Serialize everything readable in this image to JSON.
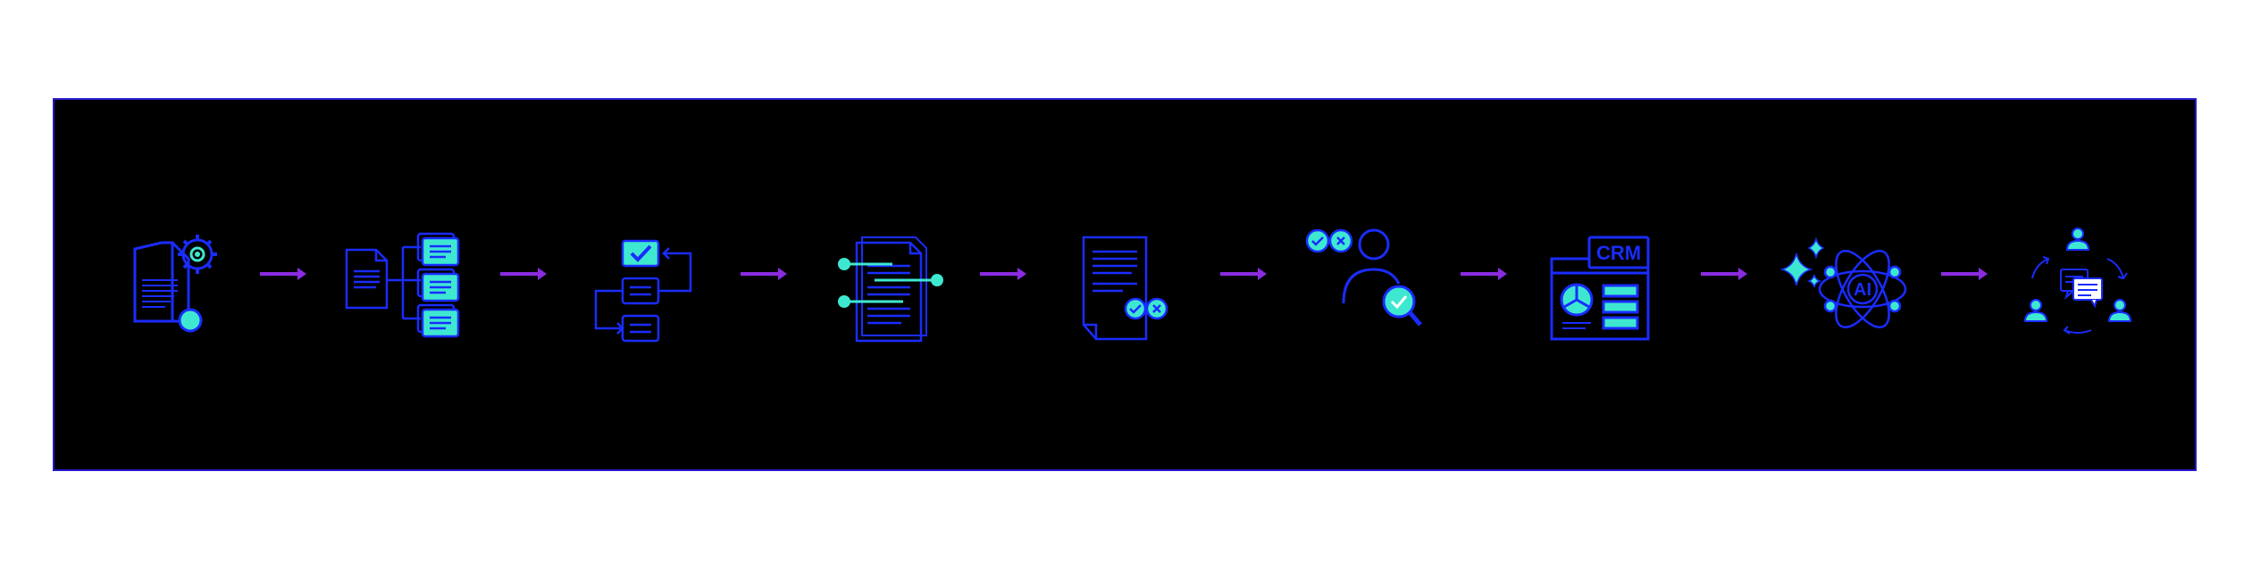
{
  "colors": {
    "background": "#000000",
    "page": "#ffffff",
    "border": "#2418c8",
    "stroke": "#1a2cff",
    "accent": "#3ee8d0",
    "arrow": "#8a2be2"
  },
  "steps": [
    {
      "icon": "document-gear-icon"
    },
    {
      "icon": "document-split-icon"
    },
    {
      "icon": "workflow-check-icon"
    },
    {
      "icon": "document-extract-icon"
    },
    {
      "icon": "document-validation-icon"
    },
    {
      "icon": "person-search-icon"
    },
    {
      "icon": "crm-dashboard-icon",
      "label": "CRM"
    },
    {
      "icon": "ai-atom-icon",
      "label": "AI"
    },
    {
      "icon": "team-collaboration-icon"
    }
  ],
  "connectors": {
    "icon": "arrow-right-icon",
    "count": 8
  }
}
